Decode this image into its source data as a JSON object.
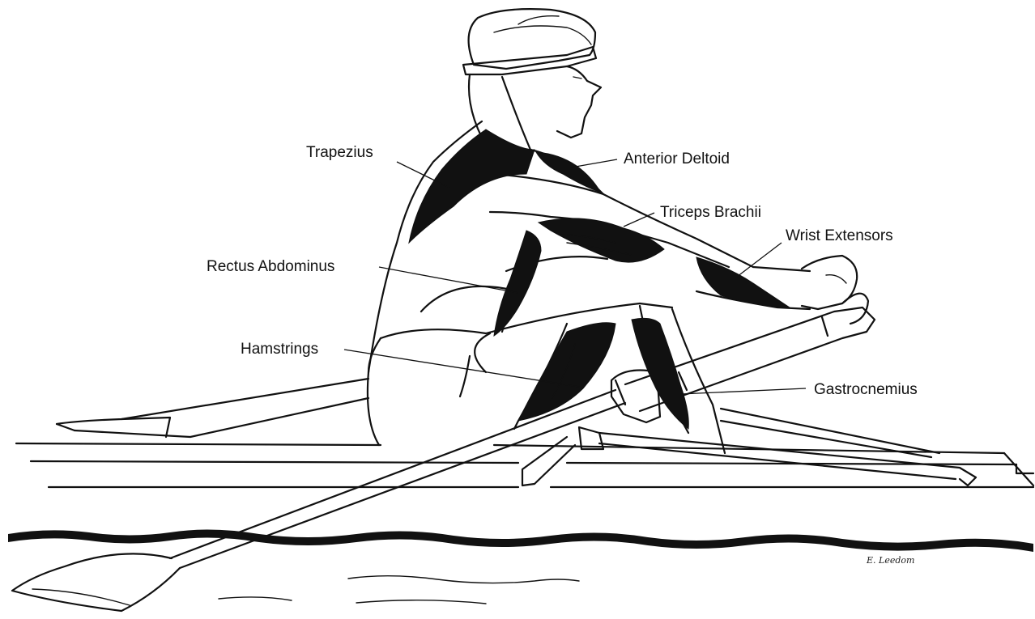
{
  "labels": {
    "trapezius": "Trapezius",
    "anterior_deltoid": "Anterior Deltoid",
    "triceps_brachii": "Triceps Brachii",
    "wrist_extensors": "Wrist Extensors",
    "rectus_abdominus": "Rectus Abdominus",
    "hamstrings": "Hamstrings",
    "gastrocnemius": "Gastrocnemius"
  },
  "signature": "E. Leedom"
}
